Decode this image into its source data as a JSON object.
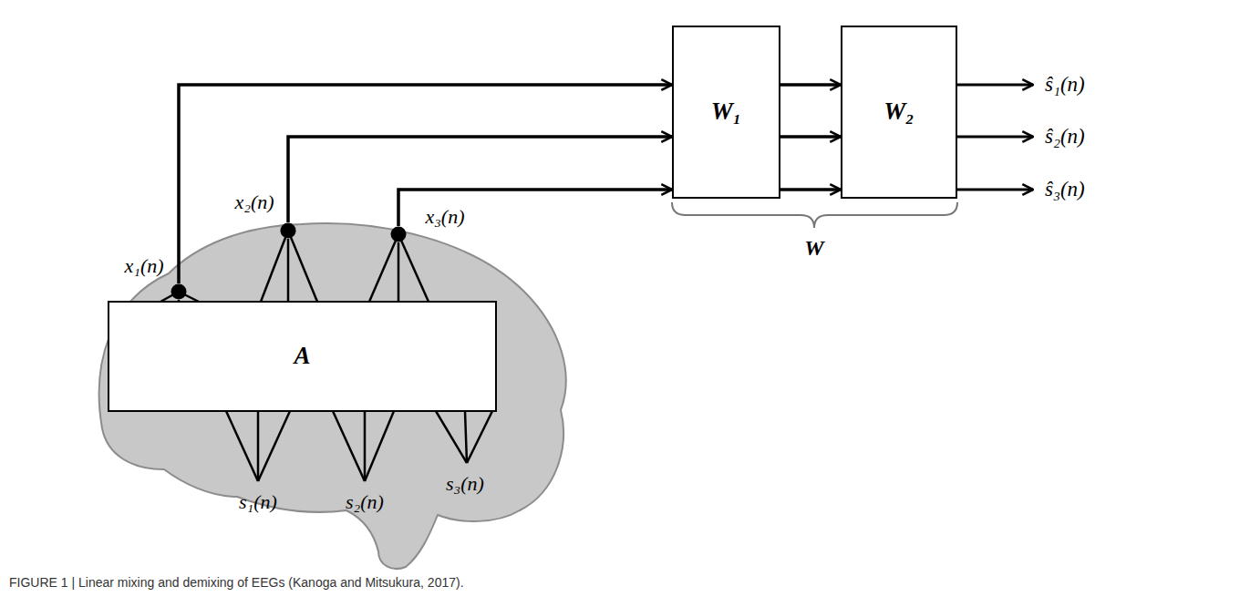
{
  "diagram": {
    "caption": "FIGURE 1 | Linear mixing and demixing of EEGs (Kanoga and Mitsukura, 2017).",
    "nodes": [
      {
        "text": [
          "A"
        ]
      },
      {
        "text": [
          "x₁(n)"
        ]
      },
      {
        "text": [
          "x₂(n)"
        ]
      },
      {
        "text": [
          "x₃(n)"
        ]
      },
      {
        "text": [
          "W₁"
        ]
      },
      {
        "text": [
          "W₂"
        ]
      }
    ],
    "edges": [
      {
        "from": 0,
        "to": 1,
        "arrow": "none"
      },
      {
        "from": 0,
        "to": 2,
        "arrow": "none"
      },
      {
        "from": 0,
        "to": 3,
        "arrow": "none"
      },
      {
        "from": 1,
        "to": 4,
        "arrow": "to"
      },
      {
        "from": 2,
        "to": 4,
        "arrow": "to"
      },
      {
        "from": 3,
        "to": 4,
        "arrow": "to"
      },
      {
        "from": 4,
        "to": 5,
        "arrow": "to"
      },
      {
        "from": 4,
        "to": 5,
        "arrow": "to"
      },
      {
        "from": 4,
        "to": 5,
        "arrow": "to"
      }
    ],
    "labels": [
      "s₁(n)",
      "s₂(n)",
      "s₃(n)",
      "ŝ₁(n)",
      "ŝ₂(n)",
      "ŝ₃(n)",
      "W"
    ]
  }
}
